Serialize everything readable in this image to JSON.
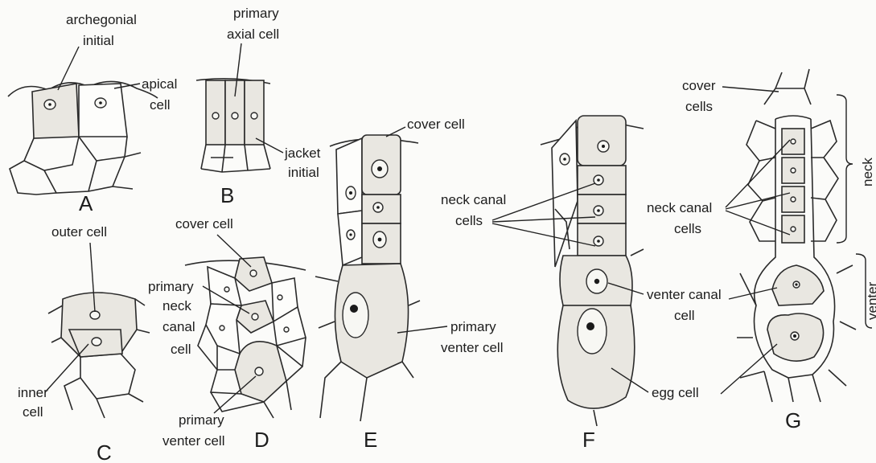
{
  "figure": {
    "panels": {
      "A": {
        "letter": "A",
        "labels": {
          "archegonial_initial_1": "archegonial",
          "archegonial_initial_2": "initial",
          "apical_1": "apical",
          "apical_2": "cell"
        }
      },
      "B": {
        "letter": "B",
        "labels": {
          "primary_axial_1": "primary",
          "primary_axial_2": "axial cell",
          "jacket_1": "jacket",
          "jacket_2": "initial"
        }
      },
      "C": {
        "letter": "C",
        "labels": {
          "outer": "outer cell",
          "inner_1": "inner",
          "inner_2": "cell"
        }
      },
      "D": {
        "letter": "D",
        "labels": {
          "cover": "cover cell",
          "pnc_1": "primary",
          "pnc_2": "neck",
          "pnc_3": "canal",
          "pnc_4": "cell",
          "pv_1": "primary",
          "pv_2": "venter cell"
        }
      },
      "E": {
        "letter": "E",
        "labels": {
          "cover": "cover cell",
          "pv_1": "primary",
          "pv_2": "venter cell"
        }
      },
      "F": {
        "letter": "F",
        "labels": {
          "ncc_1": "neck canal",
          "ncc_2": "cells",
          "vcc_1": "venter canal",
          "vcc_2": "cell",
          "egg": "egg cell"
        }
      },
      "G": {
        "letter": "G",
        "labels": {
          "cover_1": "cover",
          "cover_2": "cells",
          "ncc_1": "neck canal",
          "ncc_2": "cells",
          "neck": "neck",
          "venter": "venter"
        }
      }
    }
  }
}
